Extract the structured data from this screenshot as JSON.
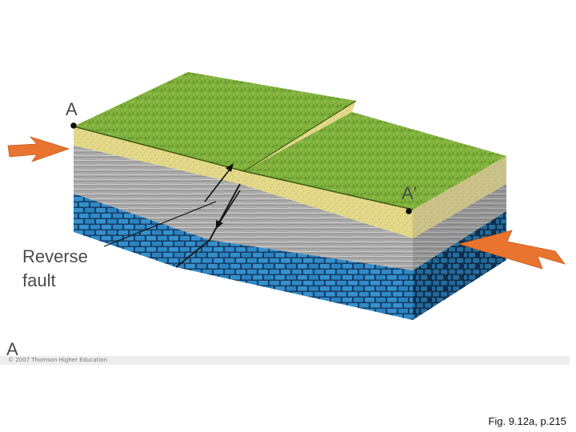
{
  "diagram": {
    "point_a": "A",
    "point_a_prime": "A′",
    "fault_label_line1": "Reverse",
    "fault_label_line2": "fault",
    "panel_letter": "A"
  },
  "footer": {
    "copyright": "© 2007 Thomson Higher Education",
    "caption": "Fig. 9.12a, p.215"
  },
  "colors": {
    "grass": "#7fb03c",
    "sandstone": "#e4d98a",
    "shale": "#a9a9a9",
    "limestone": "#2f8ac6",
    "arrow": "#e8742f"
  },
  "icons": [
    "compression-arrow",
    "motion-arrow",
    "label-dot"
  ]
}
